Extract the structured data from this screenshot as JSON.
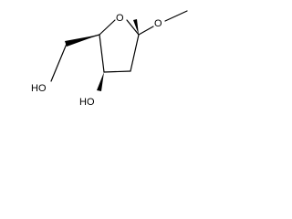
{
  "molecule": {
    "atoms": {
      "ring_oxygen": "O",
      "methoxy_oxygen": "O",
      "hydroxymethyl_group": "HO",
      "ring_hydroxyl": "HO"
    },
    "colors": {
      "bond": "#000000",
      "background": "#ffffff"
    }
  }
}
